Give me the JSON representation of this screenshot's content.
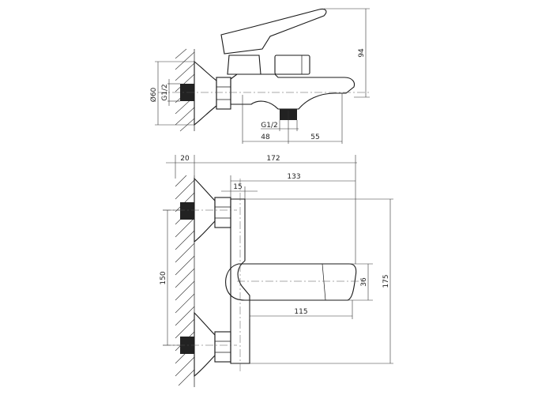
{
  "top_view": {
    "dim_height": "94",
    "dim_diameter": "Ø60",
    "dim_inlet_thread": "G1/2",
    "dim_outlet_thread": "G1/2",
    "dim_left_offset": "48",
    "dim_right_offset": "55"
  },
  "front_view": {
    "dim_wall": "20",
    "dim_total_length": "172",
    "dim_spout_length": "133",
    "dim_body_offset": "15",
    "dim_centers": "150",
    "dim_lever_width": "36",
    "dim_lever_length": "115",
    "dim_total_height": "175"
  }
}
